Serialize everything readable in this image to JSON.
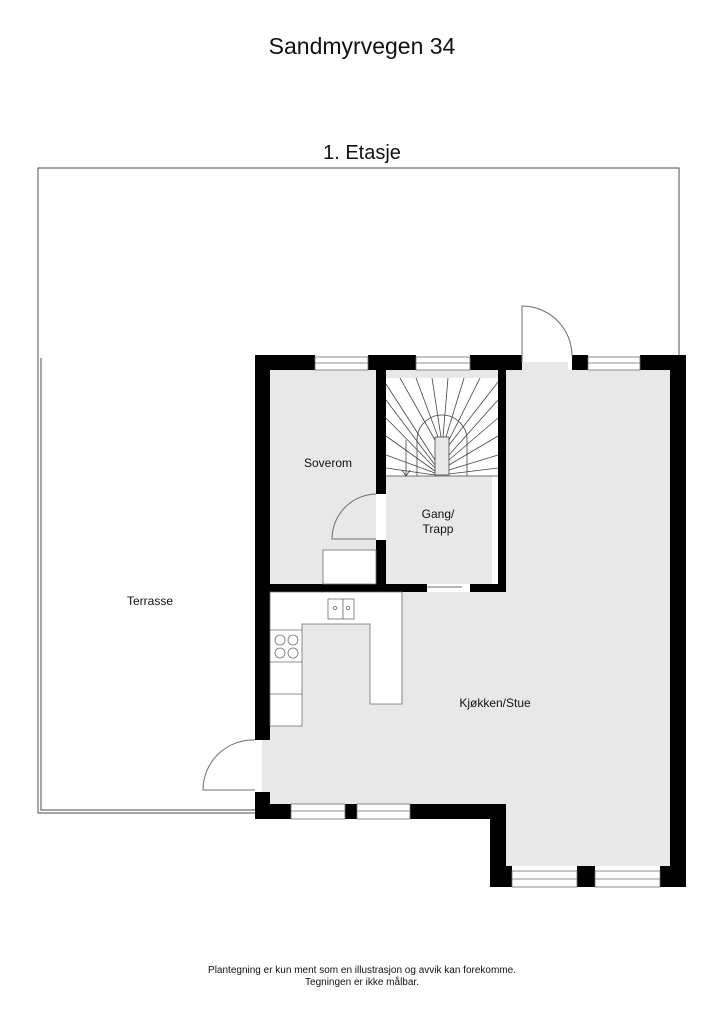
{
  "header": {
    "title": "Sandmyrvegen 34",
    "floor": "1. Etasje"
  },
  "rooms": [
    {
      "id": "terrasse",
      "label": "Terrasse"
    },
    {
      "id": "soverom",
      "label": "Soverom"
    },
    {
      "id": "gang",
      "label_line1": "Gang/",
      "label_line2": "Trapp"
    },
    {
      "id": "kjokken",
      "label": "Kjøkken/Stue"
    }
  ],
  "footer": {
    "line1": "Plantegning er kun ment som en illustrasjon og avvik kan forekomme.",
    "line2": "Tegningen er ikke målbar."
  },
  "colors": {
    "wall": "#000000",
    "floor": "#e8e8e8",
    "line": "#6e6e6e",
    "background": "#ffffff"
  }
}
